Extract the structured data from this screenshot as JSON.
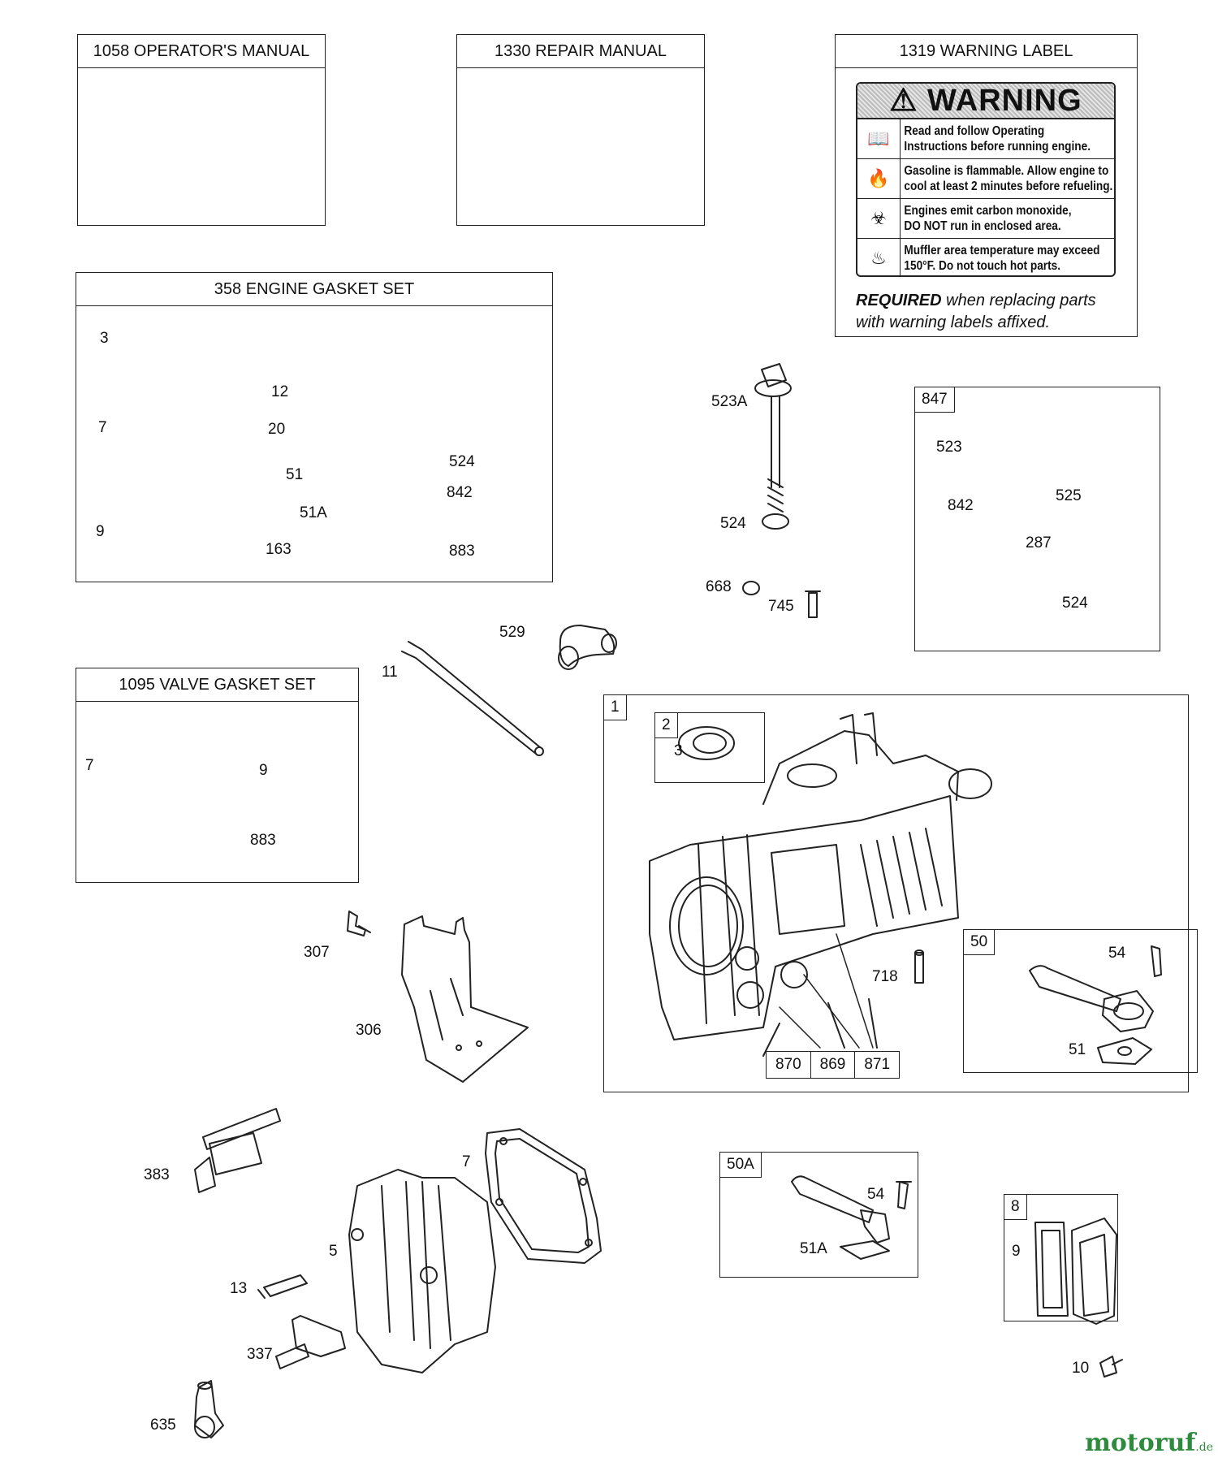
{
  "boxes": {
    "operators_manual": "1058 OPERATOR'S MANUAL",
    "repair_manual": "1330 REPAIR MANUAL",
    "warning_label": "1319 WARNING LABEL",
    "engine_gasket_set": "358 ENGINE GASKET SET",
    "valve_gasket_set": "1095 VALVE GASKET SET"
  },
  "warning": {
    "title": "WARNING",
    "rows": [
      {
        "line1": "Read and follow Operating",
        "line2": "Instructions before running engine."
      },
      {
        "line1": "Gasoline is flammable. Allow engine to",
        "line2": "cool at least 2 minutes before refueling."
      },
      {
        "line1": "Engines emit carbon monoxide,",
        "line2": "DO NOT run in enclosed area."
      },
      {
        "line1": "Muffler area temperature may exceed",
        "line2": "150°F.  Do not touch hot parts."
      }
    ],
    "required_bold": "REQUIRED",
    "required_rest": " when replacing parts",
    "required_line2": "with warning labels affixed."
  },
  "tags": {
    "t847": "847",
    "t1": "1",
    "t2": "2",
    "t50": "50",
    "t50a": "50A",
    "t8": "8",
    "t870": "870",
    "t869": "869",
    "t871": "871"
  },
  "labels": {
    "g3": "3",
    "g7": "7",
    "g9": "9",
    "g12": "12",
    "g20": "20",
    "g51": "51",
    "g51a": "51A",
    "g163": "163",
    "g524": "524",
    "g842": "842",
    "g883": "883",
    "p523a": "523A",
    "p524": "524",
    "p668": "668",
    "p745": "745",
    "d523": "523",
    "d842": "842",
    "d525": "525",
    "d287": "287",
    "d524": "524",
    "p529": "529",
    "p11": "11",
    "v7": "7",
    "v9": "9",
    "v883": "883",
    "c3": "3",
    "c718": "718",
    "c54": "54",
    "c51": "51",
    "p307": "307",
    "p306": "306",
    "h383": "383",
    "h7": "7",
    "h5": "5",
    "h13": "13",
    "h337": "337",
    "h635": "635",
    "a54": "54",
    "a51a": "51A",
    "b9": "9",
    "p10": "10"
  },
  "watermark": {
    "name": "motoruf",
    "suffix": ".de"
  }
}
